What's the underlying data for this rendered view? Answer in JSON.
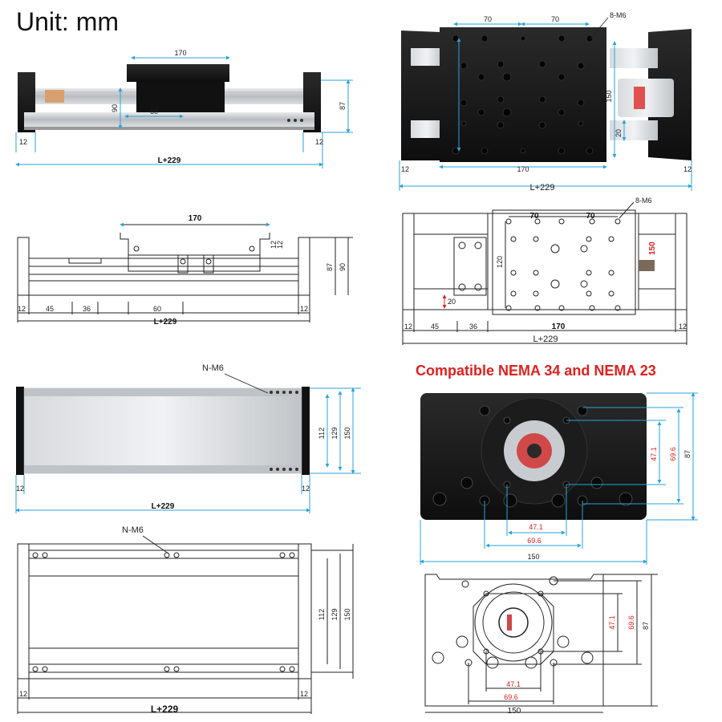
{
  "unit_label": "Unit: mm",
  "compat_label": "Compatible NEMA 34 and NEMA 23",
  "colors": {
    "dimension": "#29a3d8",
    "accent_red": "#e02020",
    "metal_black": "#1a1a1a",
    "aluminum": "#c8ccd0"
  },
  "views": {
    "photo_side": {
      "top_width": "170",
      "inner": "60",
      "height_small": "90",
      "height": "87",
      "end_left": "12",
      "end_right": "12",
      "length": "L+229"
    },
    "photo_top": {
      "hole_pitch_a": "70",
      "hole_pitch_b": "70",
      "holes": "8-M6",
      "carriage_height": "120",
      "width_left": "150",
      "offset": "20",
      "end_left": "12",
      "carriage_width": "170",
      "end_right": "12",
      "length": "L+229"
    },
    "drawing_side": {
      "top_width": "170",
      "step_a": "12",
      "step_b": "12",
      "height_a": "87",
      "height_b": "90",
      "end_left": "12",
      "seg_a": "45",
      "seg_b": "36",
      "inner": "60",
      "end_right": "12",
      "length": "L+229"
    },
    "drawing_top": {
      "hole_pitch_a": "70",
      "hole_pitch_b": "70",
      "holes": "8-M6",
      "carriage_height": "120",
      "width": "150",
      "offset": "20",
      "end_left": "12",
      "seg_a": "45",
      "seg_b": "36",
      "carriage_width": "170",
      "end_right": "12",
      "length": "L+229"
    },
    "photo_bottom": {
      "holes": "N-M6",
      "h_a": "112",
      "h_b": "129",
      "h_c": "150",
      "end_left": "12",
      "end_right": "12",
      "length": "L+229"
    },
    "drawing_bottom": {
      "holes": "N-M6",
      "h_a": "112",
      "h_b": "129",
      "h_c": "150",
      "end_left": "12",
      "end_right": "12",
      "length": "L+229"
    },
    "photo_plate": {
      "v_small": "47.1",
      "v_large": "69.6",
      "height": "87",
      "h_small": "47.1",
      "h_large": "69.6",
      "width": "150"
    },
    "drawing_plate": {
      "v_small": "47.1",
      "v_large": "69.6",
      "height": "87",
      "h_small": "47.1",
      "h_large": "69.6",
      "width": "150"
    }
  }
}
